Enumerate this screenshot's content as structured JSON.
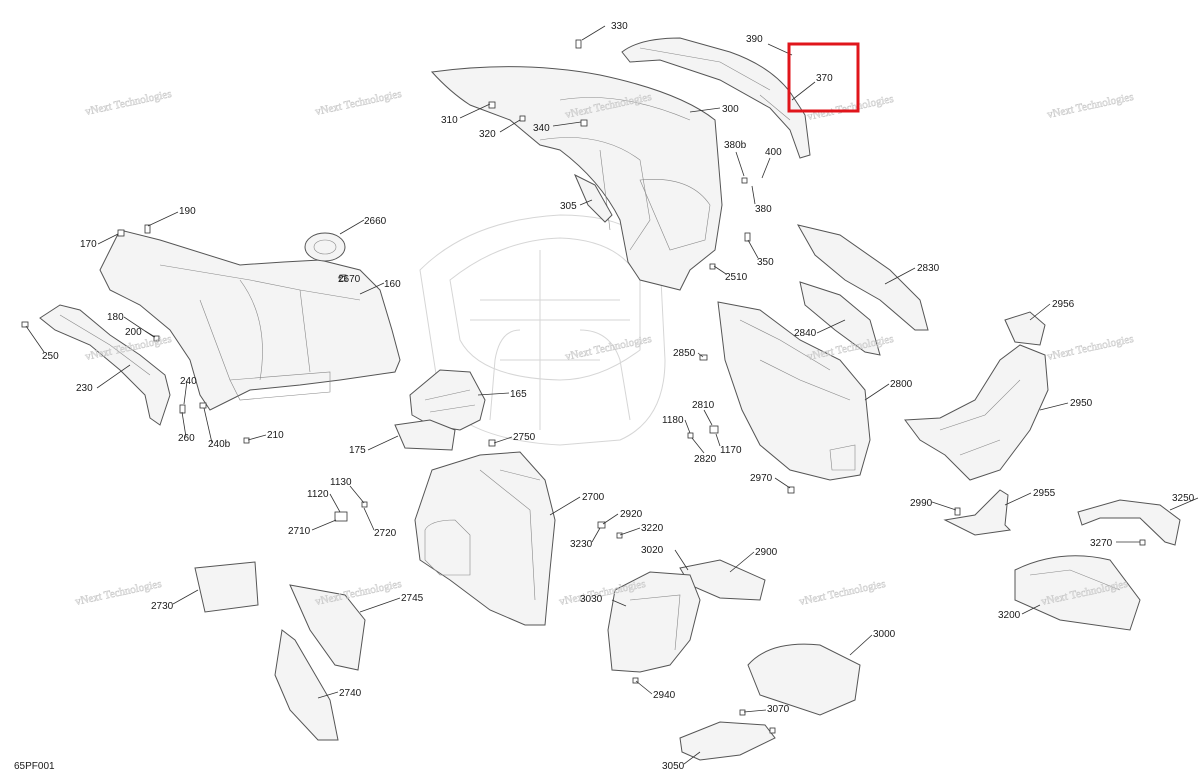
{
  "diagram": {
    "reference": "65PF001",
    "highlighted_callout": "370",
    "callout_labels": {
      "c330": "330",
      "c390": "390",
      "c370": "370",
      "c300": "300",
      "c310": "310",
      "c320": "320",
      "c340": "340",
      "c380b": "380b",
      "c400": "400",
      "c380": "380",
      "c305": "305",
      "c350": "350",
      "c2510": "2510",
      "c190": "190",
      "c170": "170",
      "c2660": "2660",
      "c2670": "2670",
      "c160": "160",
      "c180": "180",
      "c200": "200",
      "c250": "250",
      "c230": "230",
      "c240": "240",
      "c260": "260",
      "c240b": "240b",
      "c210": "210",
      "c165": "165",
      "c175": "175",
      "c2750": "2750",
      "c2830": "2830",
      "c2840": "2840",
      "c2850": "2850",
      "c2800": "2800",
      "c2956": "2956",
      "c2950": "2950",
      "c2810": "2810",
      "c1180": "1180",
      "c1170": "1170",
      "c2820": "2820",
      "c2970": "2970",
      "c2990": "2990",
      "c2955": "2955",
      "c3250": "3250",
      "c3270": "3270",
      "c1130": "1130",
      "c1120": "1120",
      "c2710": "2710",
      "c2720": "2720",
      "c2700": "2700",
      "c2920": "2920",
      "c3220": "3220",
      "c3230": "3230",
      "c3020": "3020",
      "c2900": "2900",
      "c3030": "3030",
      "c2730": "2730",
      "c2745": "2745",
      "c2740": "2740",
      "c2940": "2940",
      "c3000": "3000",
      "c3200": "3200",
      "c3070": "3070",
      "c3050": "3050"
    },
    "watermark_text": "vNext Technologies",
    "colors": {
      "highlight": "#e0151b",
      "line": "#333333",
      "part_fill": "#f4f4f4"
    }
  }
}
